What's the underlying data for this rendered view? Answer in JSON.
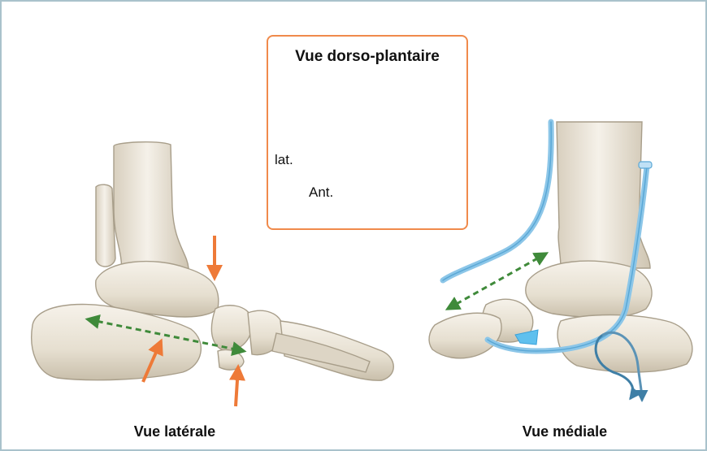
{
  "inset": {
    "title": "Vue dorso-plantaire",
    "lat_label": "lat.",
    "ant_label": "Ant."
  },
  "captions": {
    "left": "Vue latérale",
    "right": "Vue médiale"
  },
  "colors": {
    "frame": "#a9c2cc",
    "inset_border": "#f08a4b",
    "bone": "#e9e3d6",
    "bone_shadow": "#b9ae9b",
    "arrow_orange": "#ee7a38",
    "arrow_green": "#3f8a3a",
    "tendon_blue": "#8cc6e8",
    "tendon_dark": "#3f7fa6",
    "highlight_fill": "#bfe0f5"
  },
  "icons": [
    "orange-force-arrow",
    "green-dashed-axis-arrow",
    "orientation-arrow"
  ]
}
